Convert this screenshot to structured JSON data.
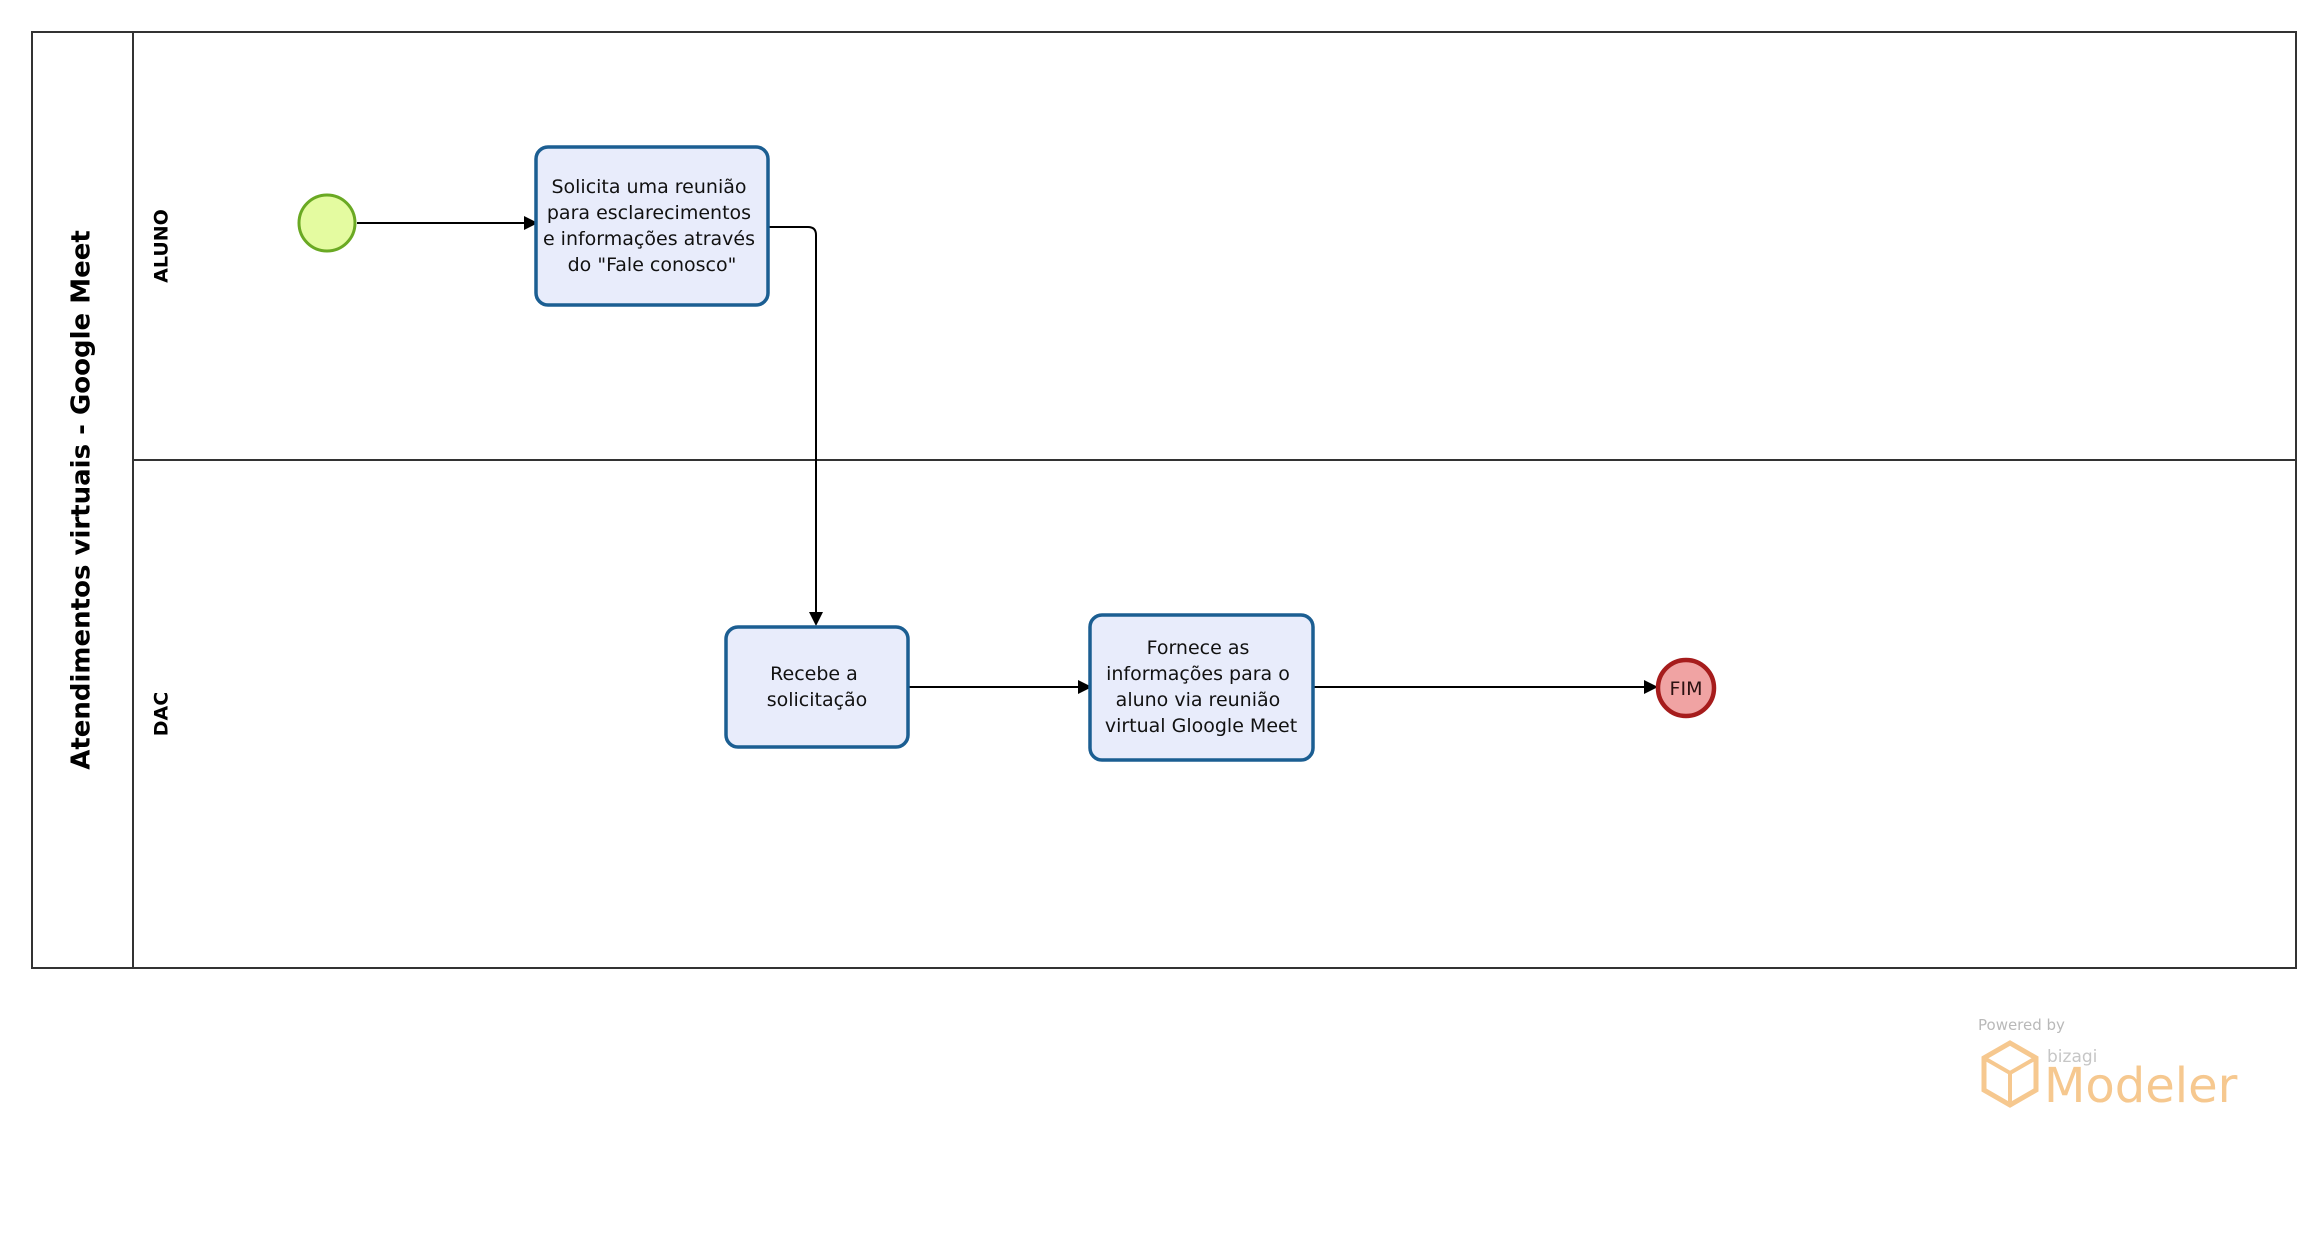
{
  "pool": {
    "title": "Atendimentos virtuais - Google Meet"
  },
  "lanes": [
    {
      "label": "ALUNO"
    },
    {
      "label": "DAC"
    }
  ],
  "tasks": {
    "solicita": {
      "lines": [
        "Solicita uma reunião",
        "para esclarecimentos",
        "e informações através",
        "do \"Fale conosco\""
      ]
    },
    "recebe": {
      "lines": [
        "Recebe a",
        "solicitação"
      ]
    },
    "fornece": {
      "lines": [
        "Fornece as",
        "informações para o",
        "aluno via reunião",
        "virtual Gloogle Meet"
      ]
    }
  },
  "end_event": {
    "label": "FIM"
  },
  "watermark": {
    "powered_by": "Powered by",
    "brand": "bizagi",
    "product": "Modeler"
  },
  "colors": {
    "task_fill": "#e8ecfb",
    "task_stroke": "#1b5e92",
    "start_fill": "#e4fba0",
    "start_stroke": "#6aa923",
    "end_fill": "#f0a3a3",
    "end_stroke": "#a61c1c",
    "logo_accent": "#f6c88f"
  }
}
